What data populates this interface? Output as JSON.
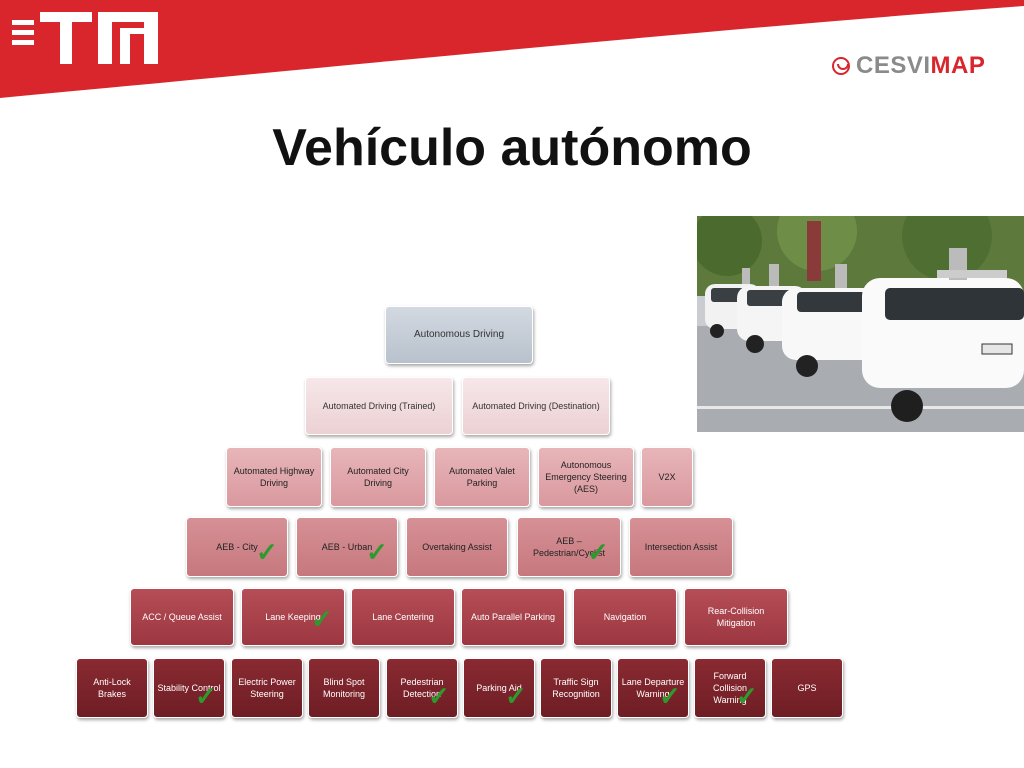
{
  "slide": {
    "title": "Vehículo autónomo",
    "brand_left": "CESVI",
    "brand_right": "MAP"
  },
  "colors": {
    "banner_red": "#d9262c",
    "check_green": "#2d9a2d"
  },
  "check_glyph": "✓",
  "pyramid": {
    "level0": [
      "Autonomous Driving"
    ],
    "level1": [
      "Automated Driving (Trained)",
      "Automated Driving (Destination)"
    ],
    "level2": [
      "Automated Highway Driving",
      "Automated City Driving",
      "Automated Valet Parking",
      "Autonomous Emergency Steering (AES)",
      "V2X"
    ],
    "level3": [
      "AEB - City",
      "AEB - Urban",
      "Overtaking Assist",
      "AEB – Pedestrian/Cyclist",
      "Intersection Assist"
    ],
    "level4": [
      "ACC / Queue Assist",
      "Lane Keeping",
      "Lane Centering",
      "Auto Parallel Parking",
      "Navigation",
      "Rear-Collision Mitigation"
    ],
    "level5": [
      "Anti-Lock Brakes",
      "Stability Control",
      "Electric Power Steering",
      "Blind Spot Monitoring",
      "Pedestrian Detection",
      "Parking Aid",
      "Traffic Sign Recognition",
      "Lane Departure Warning",
      "Forward Collision Warning",
      "GPS"
    ]
  },
  "icons": {
    "logo_left": "building-logo",
    "brand_mark": "cesvimap-logo",
    "photo": "google-self-driving-cars-photo",
    "check": "check-icon"
  }
}
